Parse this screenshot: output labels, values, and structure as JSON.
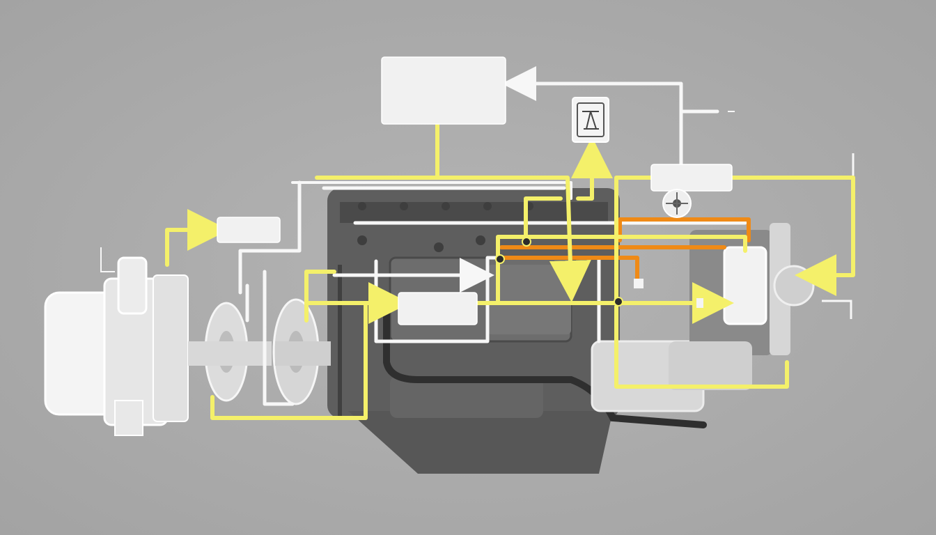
{
  "diagram": {
    "background": "#a9a9a9",
    "colors": {
      "flow_primary": "#f4f06a",
      "flow_secondary": "#ef8a16",
      "signal_line": "#f7f7f7",
      "engine_block": "#5d5d5d",
      "engine_dark": "#3a3a3a",
      "component_light": "#f2f2f2"
    },
    "labels": {
      "top_box": "",
      "right_box": "",
      "left_box": "",
      "center_box": ""
    },
    "icons": [
      "gauge-icon",
      "fan-icon"
    ],
    "nodes": [
      "alternator",
      "pulley-assembly",
      "engine-block",
      "sensor-box",
      "relay-module",
      "connector-junction"
    ]
  }
}
